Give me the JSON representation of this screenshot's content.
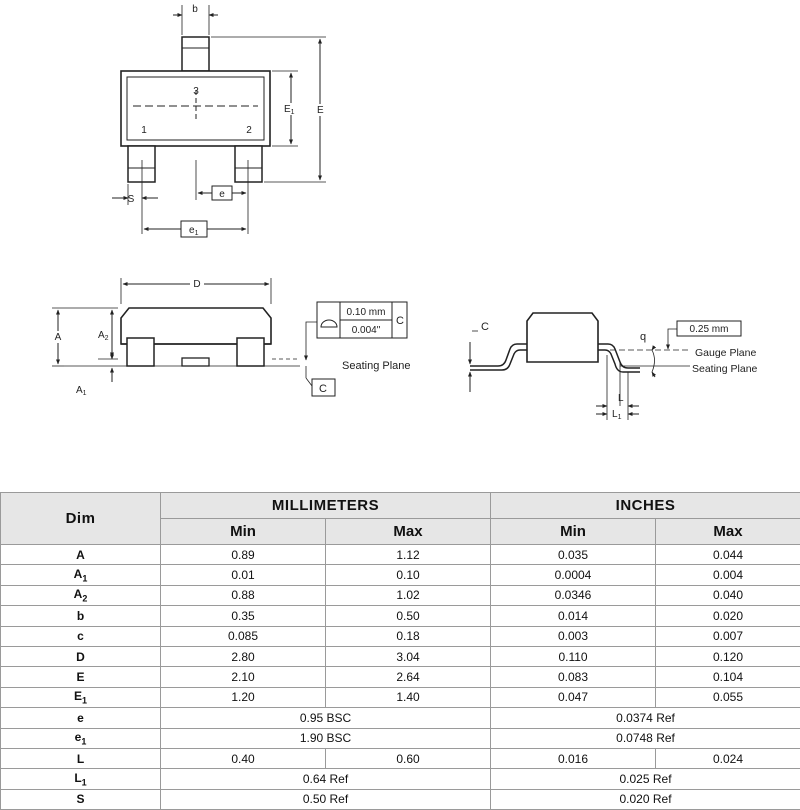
{
  "drawing": {
    "top_view": {
      "labels": {
        "b": "b",
        "pin3": "3",
        "pin1": "1",
        "pin2": "2",
        "E1": "E",
        "E1_sub": "1",
        "E": "E",
        "S": "S",
        "e": "e",
        "e1": "e",
        "e1_sub": "1"
      }
    },
    "side_view": {
      "labels": {
        "D": "D",
        "A": "A",
        "A2": "A",
        "A2_sub": "2",
        "A1": "A",
        "A1_sub": "1",
        "C": "C",
        "seating_plane": "Seating Plane"
      },
      "tolerance_box": {
        "mm": "0.10 mm",
        "inch": "0.004\"",
        "datum": "C"
      }
    },
    "end_view": {
      "labels": {
        "C": "C",
        "q": "q",
        "gauge_value": "0.25 mm",
        "gauge_plane": "Gauge Plane",
        "seating_plane": "Seating Plane",
        "L": "L",
        "L1": "L",
        "L1_sub": "1"
      }
    }
  },
  "table": {
    "dim_header": "Dim",
    "group_headers": [
      "MILLIMETERS",
      "INCHES"
    ],
    "sub_headers": [
      "Min",
      "Max",
      "Min",
      "Max"
    ],
    "rows": [
      {
        "dim": "A",
        "sub": "",
        "mm": [
          "0.89",
          "1.12"
        ],
        "in": [
          "0.035",
          "0.044"
        ]
      },
      {
        "dim": "A",
        "sub": "1",
        "mm": [
          "0.01",
          "0.10"
        ],
        "in": [
          "0.0004",
          "0.004"
        ]
      },
      {
        "dim": "A",
        "sub": "2",
        "mm": [
          "0.88",
          "1.02"
        ],
        "in": [
          "0.0346",
          "0.040"
        ]
      },
      {
        "dim": "b",
        "sub": "",
        "mm": [
          "0.35",
          "0.50"
        ],
        "in": [
          "0.014",
          "0.020"
        ]
      },
      {
        "dim": "c",
        "sub": "",
        "mm": [
          "0.085",
          "0.18"
        ],
        "in": [
          "0.003",
          "0.007"
        ]
      },
      {
        "dim": "D",
        "sub": "",
        "mm": [
          "2.80",
          "3.04"
        ],
        "in": [
          "0.110",
          "0.120"
        ]
      },
      {
        "dim": "E",
        "sub": "",
        "mm": [
          "2.10",
          "2.64"
        ],
        "in": [
          "0.083",
          "0.104"
        ]
      },
      {
        "dim": "E",
        "sub": "1",
        "mm": [
          "1.20",
          "1.40"
        ],
        "in": [
          "0.047",
          "0.055"
        ]
      },
      {
        "dim": "e",
        "sub": "",
        "mm": [
          "0.95 BSC"
        ],
        "in": [
          "0.0374 Ref"
        ]
      },
      {
        "dim": "e",
        "sub": "1",
        "mm": [
          "1.90 BSC"
        ],
        "in": [
          "0.0748 Ref"
        ]
      },
      {
        "dim": "L",
        "sub": "",
        "mm": [
          "0.40",
          "0.60"
        ],
        "in": [
          "0.016",
          "0.024"
        ]
      },
      {
        "dim": "L",
        "sub": "1",
        "mm": [
          "0.64 Ref"
        ],
        "in": [
          "0.025 Ref"
        ]
      },
      {
        "dim": "S",
        "sub": "",
        "mm": [
          "0.50 Ref"
        ],
        "in": [
          "0.020 Ref"
        ]
      }
    ]
  }
}
